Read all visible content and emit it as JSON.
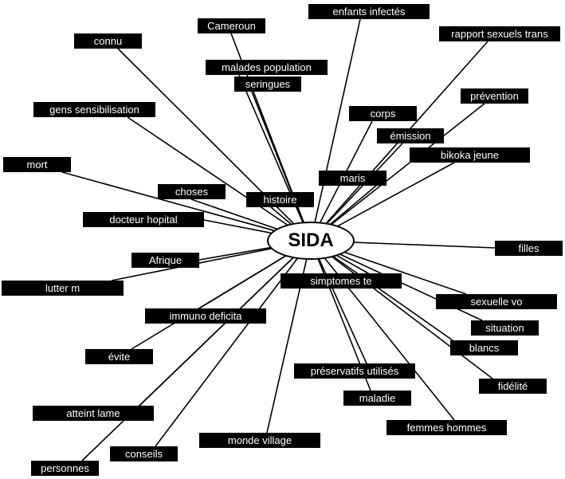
{
  "center": {
    "label": "SIDA"
  },
  "nodes": [
    {
      "label": "connu"
    },
    {
      "label": "Cameroun"
    },
    {
      "label": "malades population"
    },
    {
      "label": "seringues"
    },
    {
      "label": "enfants infectés"
    },
    {
      "label": "rapport sexuels trans"
    },
    {
      "label": "prévention"
    },
    {
      "label": "corps"
    },
    {
      "label": "émission"
    },
    {
      "label": "bikoka jeune"
    },
    {
      "label": "maris"
    },
    {
      "label": "histoire"
    },
    {
      "label": "gens sensibilisation"
    },
    {
      "label": "mort"
    },
    {
      "label": "choses"
    },
    {
      "label": "docteur hopital"
    },
    {
      "label": "Afrique"
    },
    {
      "label": "lutter m"
    },
    {
      "label": "filles"
    },
    {
      "label": "simptomes te"
    },
    {
      "label": "sexuelle vo"
    },
    {
      "label": "situation"
    },
    {
      "label": "blancs"
    },
    {
      "label": "fidélité"
    },
    {
      "label": "préservatifs utilisés"
    },
    {
      "label": "maladie"
    },
    {
      "label": "femmes hommes"
    },
    {
      "label": "immuno deficita"
    },
    {
      "label": "évite"
    },
    {
      "label": "atteint lame"
    },
    {
      "label": "conseils"
    },
    {
      "label": "monde village"
    },
    {
      "label": "personnes"
    }
  ]
}
